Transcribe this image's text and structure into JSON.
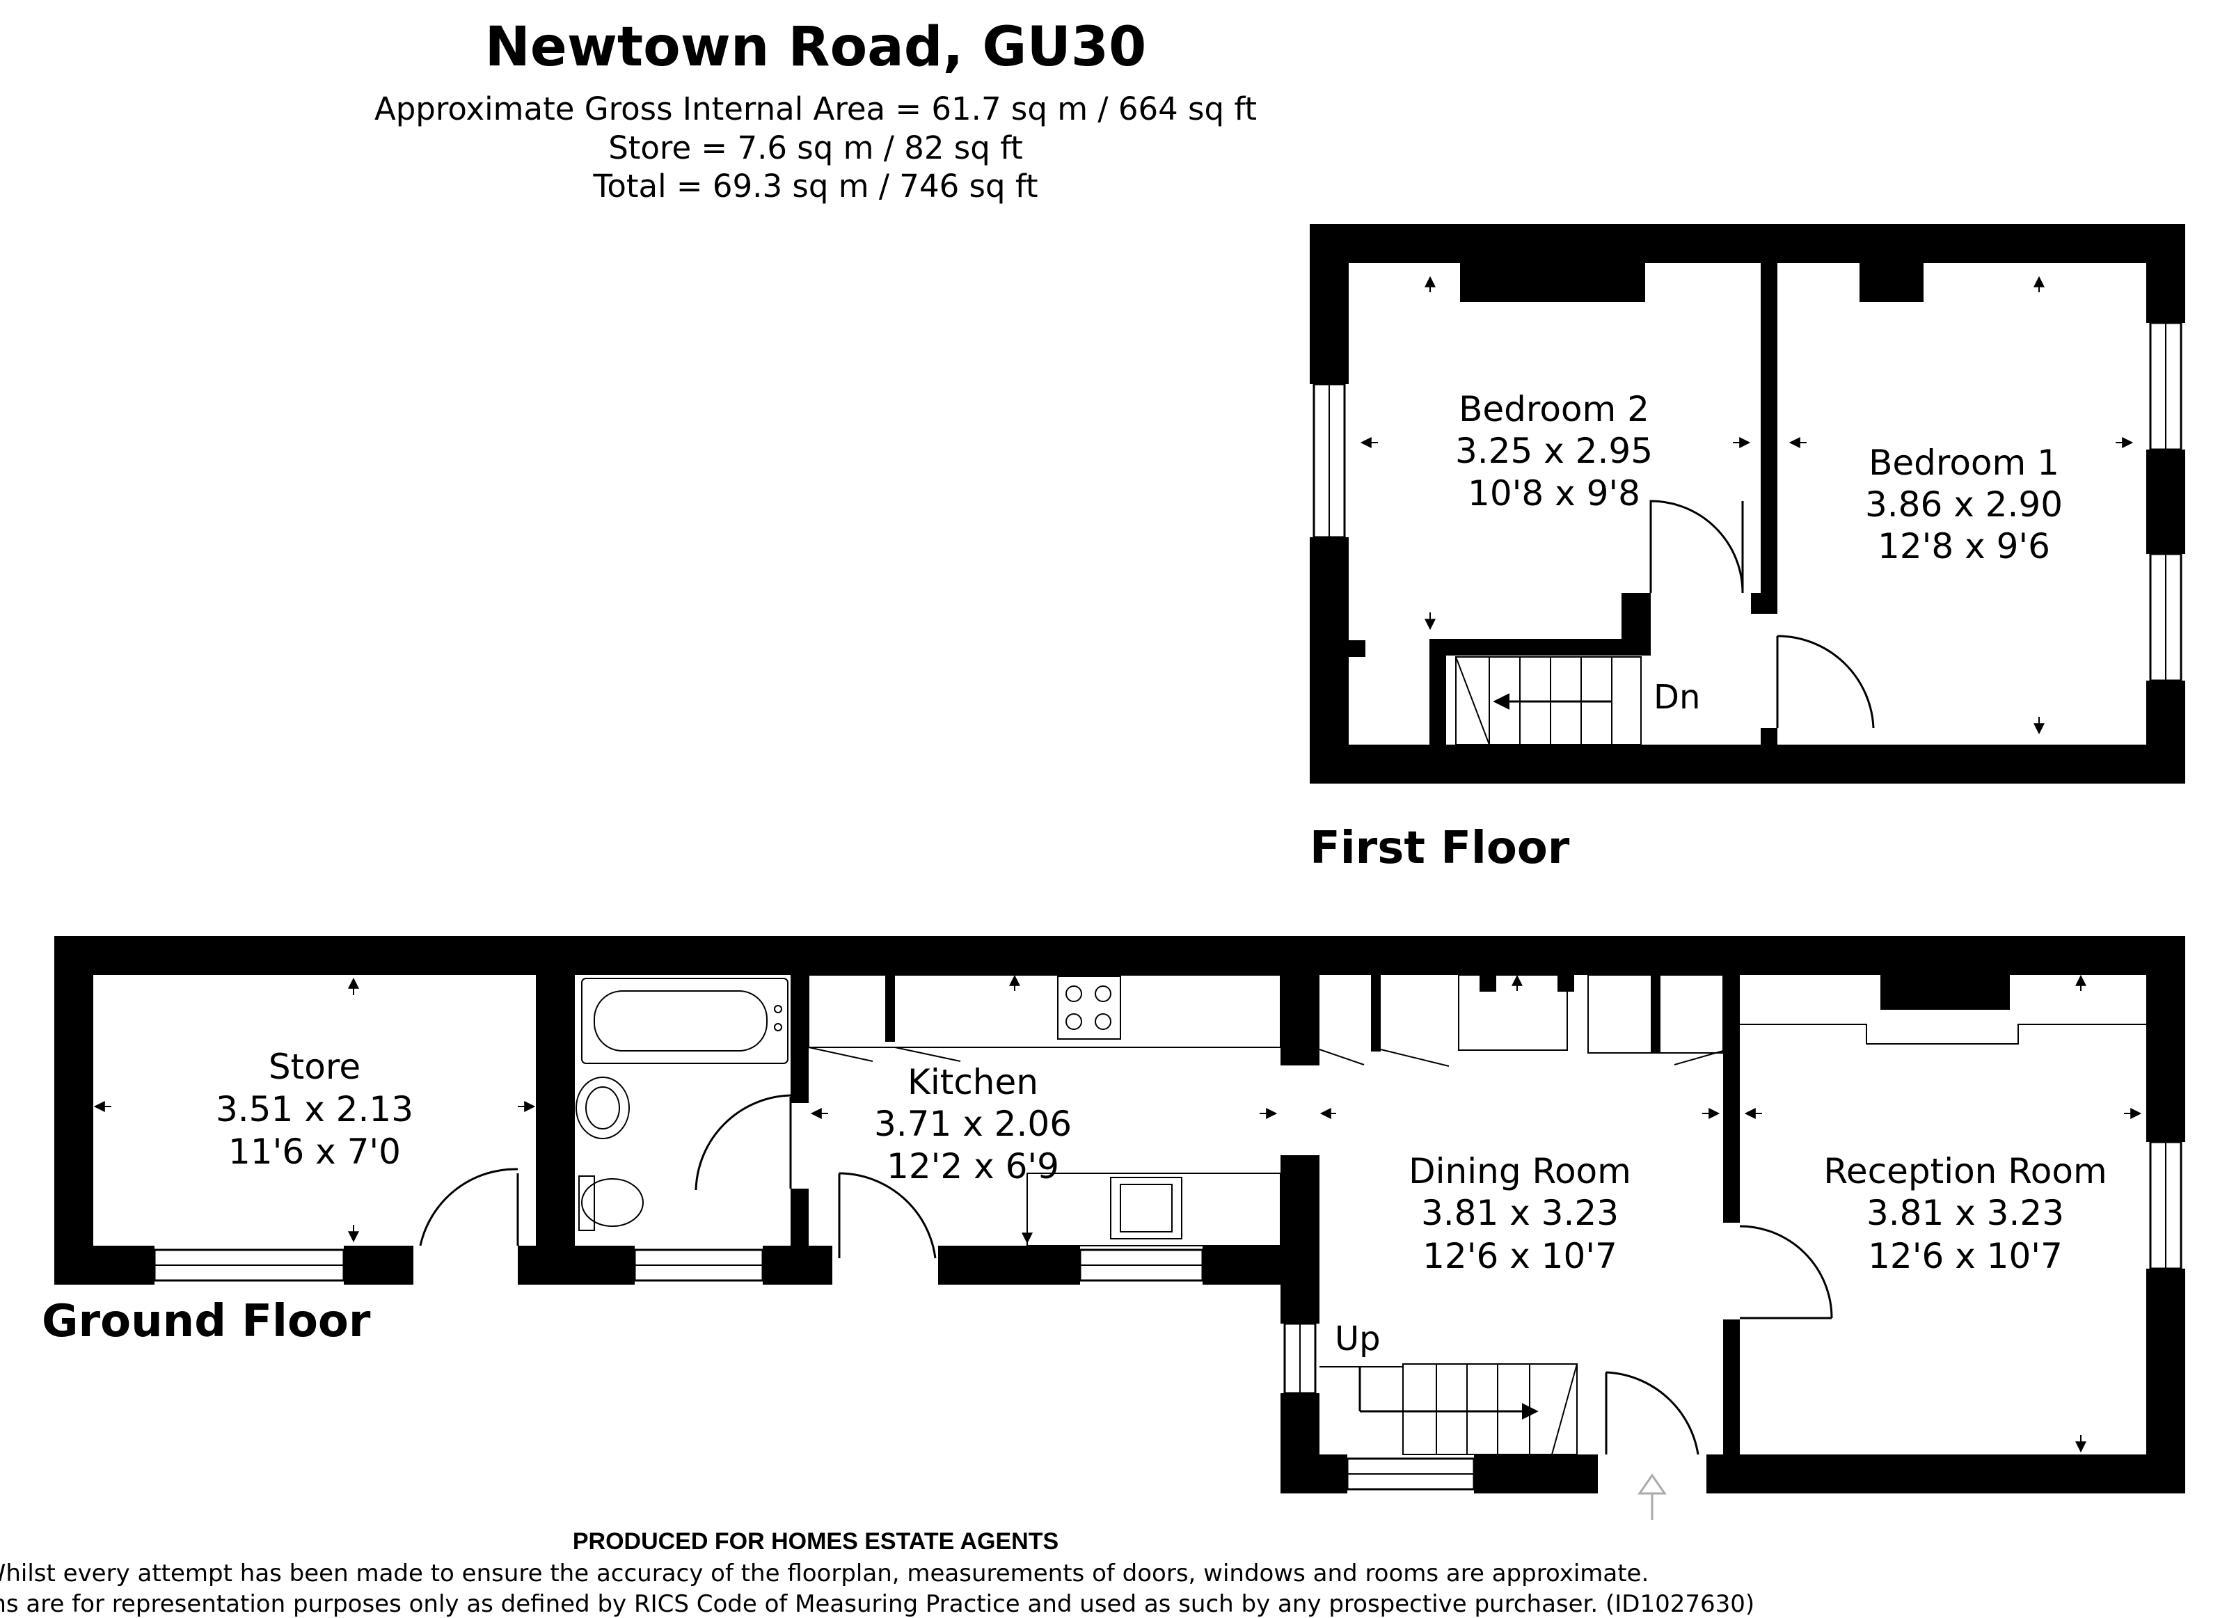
{
  "header": {
    "title": "Newtown Road, GU30",
    "area_lines": [
      "Approximate Gross Internal Area = 61.7 sq m / 664 sq ft",
      "Store = 7.6 sq m / 82 sq ft",
      "Total = 69.3 sq m / 746 sq ft"
    ]
  },
  "first_floor": {
    "label": "First Floor",
    "stairs_label": "Dn",
    "rooms": [
      {
        "name": "Bedroom 2",
        "metric": "3.25 x 2.95",
        "imperial": "10'8 x 9'8"
      },
      {
        "name": "Bedroom 1",
        "metric": "3.86 x 2.90",
        "imperial": "12'8 x 9'6"
      }
    ]
  },
  "ground_floor": {
    "label": "Ground Floor",
    "stairs_label": "Up",
    "rooms": [
      {
        "name": "Store",
        "metric": "3.51 x 2.13",
        "imperial": "11'6 x 7'0"
      },
      {
        "name": "Kitchen",
        "metric": "3.71 x 2.06",
        "imperial": "12'2 x 6'9"
      },
      {
        "name": "Dining Room",
        "metric": "3.81 x 3.23",
        "imperial": "12'6 x 10'7"
      },
      {
        "name": "Reception Room",
        "metric": "3.81 x 3.23",
        "imperial": "12'6 x 10'7"
      }
    ]
  },
  "footer": {
    "heading": "PRODUCED FOR HOMES ESTATE AGENTS",
    "line1": "Whilst every attempt has been made to ensure the accuracy of the floorplan, measurements of doors, windows and rooms are approximate.",
    "line2": "These plans are for representation purposes only as defined by RICS Code of Measuring Practice and used as such by any prospective purchaser. (ID1027630)"
  },
  "icons": {
    "entrance": "entrance-arrow-icon",
    "hob": "hob-icon",
    "sink": "sink-icon",
    "bath": "bath-icon",
    "toilet": "toilet-icon",
    "basin": "basin-icon"
  },
  "colors": {
    "walls": "#000000",
    "background": "#ffffff"
  }
}
